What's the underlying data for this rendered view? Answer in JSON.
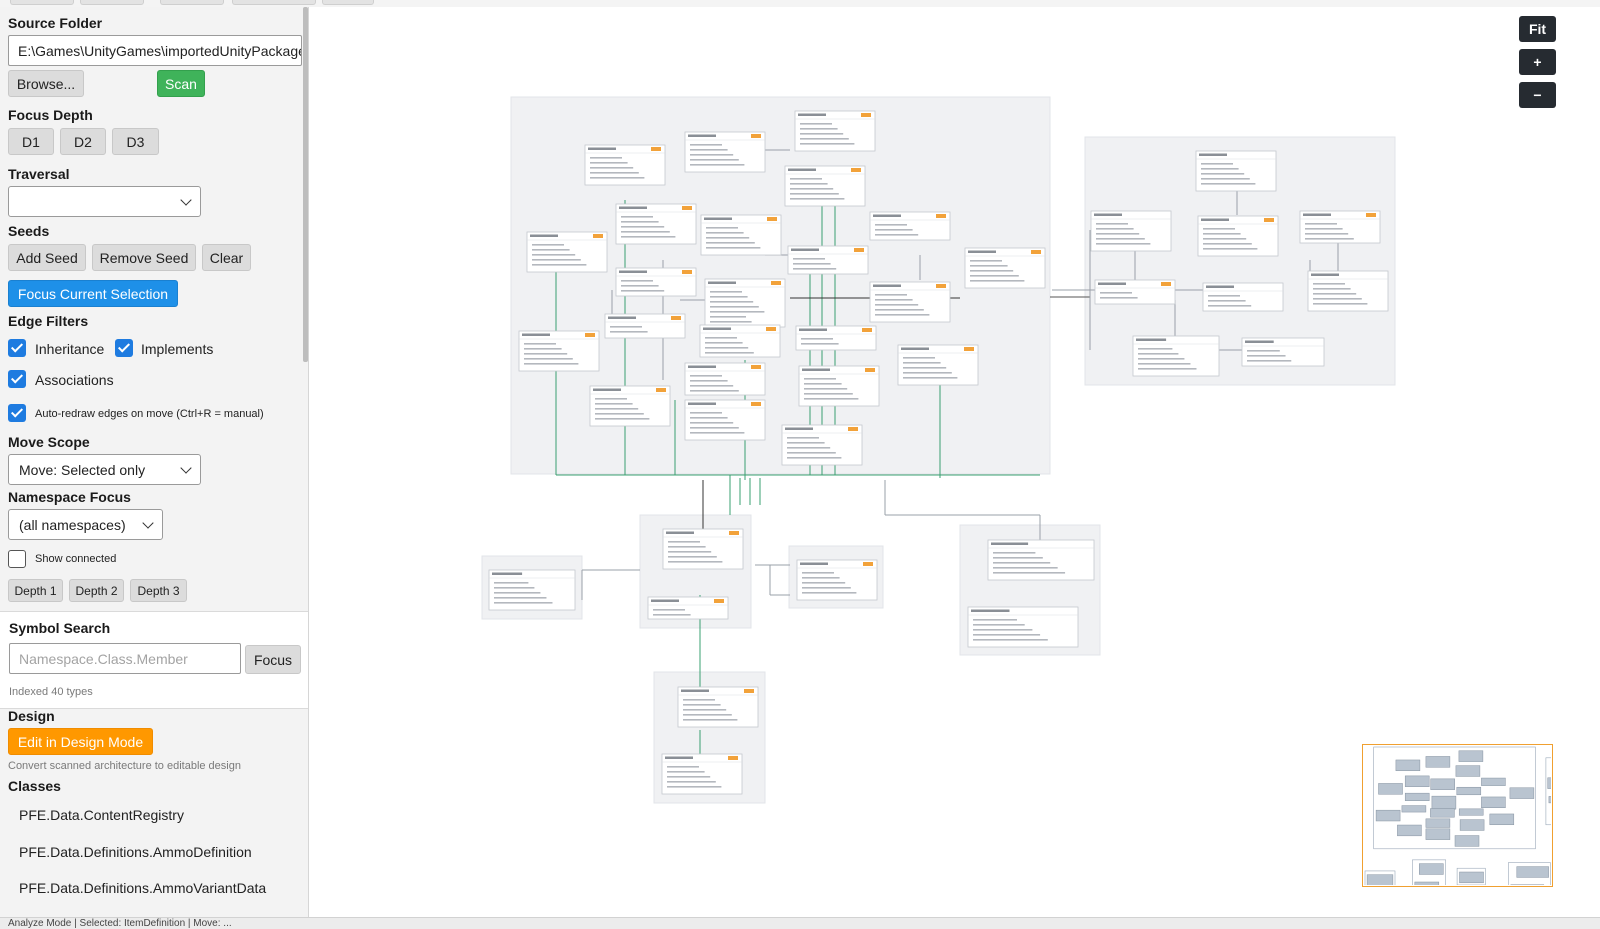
{
  "sidebar": {
    "source_folder": {
      "label": "Source Folder",
      "value": "E:\\Games\\UnityGames\\importedUnityPackages",
      "browse_label": "Browse...",
      "scan_label": "Scan"
    },
    "focus_depth": {
      "label": "Focus Depth",
      "buttons": [
        "D1",
        "D2",
        "D3"
      ]
    },
    "traversal": {
      "label": "Traversal",
      "value": ""
    },
    "seeds": {
      "label": "Seeds",
      "add_label": "Add Seed",
      "remove_label": "Remove Seed",
      "clear_label": "Clear",
      "focus_current_label": "Focus Current Selection"
    },
    "edge_filters": {
      "label": "Edge Filters",
      "inheritance": "Inheritance",
      "implements": "Implements",
      "associations": "Associations",
      "auto_redraw": "Auto-redraw edges on move (Ctrl+R = manual)"
    },
    "move_scope": {
      "label": "Move Scope",
      "value": "Move: Selected only"
    },
    "namespace_focus": {
      "label": "Namespace Focus",
      "value": "(all namespaces)",
      "show_connected": "Show connected",
      "depth_buttons": [
        "Depth 1",
        "Depth 2",
        "Depth 3"
      ]
    },
    "symbol_search": {
      "label": "Symbol Search",
      "placeholder": "Namespace.Class.Member",
      "focus_label": "Focus",
      "indexed_note": "Indexed 40 types"
    },
    "design": {
      "label": "Design",
      "edit_label": "Edit in Design Mode",
      "note": "Convert scanned architecture to editable design"
    },
    "classes": {
      "label": "Classes",
      "items": [
        "PFE.Data.ContentRegistry",
        "PFE.Data.Definitions.AmmoDefinition",
        "PFE.Data.Definitions.AmmoVariantData"
      ]
    }
  },
  "zoom": {
    "fit": "Fit",
    "plus": "+",
    "minus": "−"
  },
  "status": {
    "text": "Analyze Mode | Selected: ItemDefinition | Move: ..."
  },
  "colors": {
    "green": "#3fb35a",
    "blue": "#1e90e8",
    "orange": "#ff9800",
    "checkbox": "#1e7be0",
    "zoom_bg": "#262b31",
    "edge": "#3aa070"
  }
}
